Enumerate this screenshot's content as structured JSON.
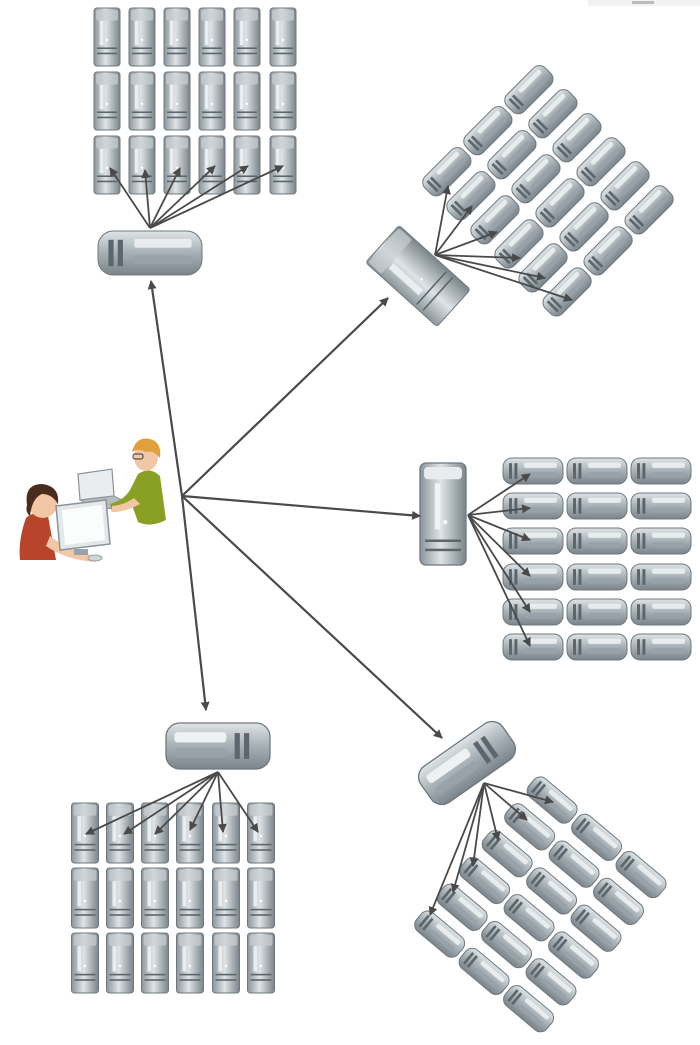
{
  "diagram": {
    "hub": {
      "name": "user-workstation"
    },
    "groups": [
      {
        "name": "cluster-top",
        "rack_servers": 18
      },
      {
        "name": "cluster-upper-right",
        "rack_servers": 18
      },
      {
        "name": "cluster-right",
        "rack_servers": 18
      },
      {
        "name": "cluster-bottom-right",
        "rack_servers": 18
      },
      {
        "name": "cluster-bottom-left",
        "rack_servers": 18
      }
    ]
  },
  "colors": {
    "server_light": "#c9cfd3",
    "server_mid": "#98a2a8",
    "server_dark": "#5d666c",
    "server_outline": "#6f787e",
    "arrow": "#4a4a4a",
    "skin": "#f2c7a5",
    "hair_woman": "#4a2c1c",
    "hair_man": "#e0a03c",
    "shirt_woman": "#b8442a",
    "shirt_man": "#8aa024",
    "monitor": "#e3e8ea"
  }
}
